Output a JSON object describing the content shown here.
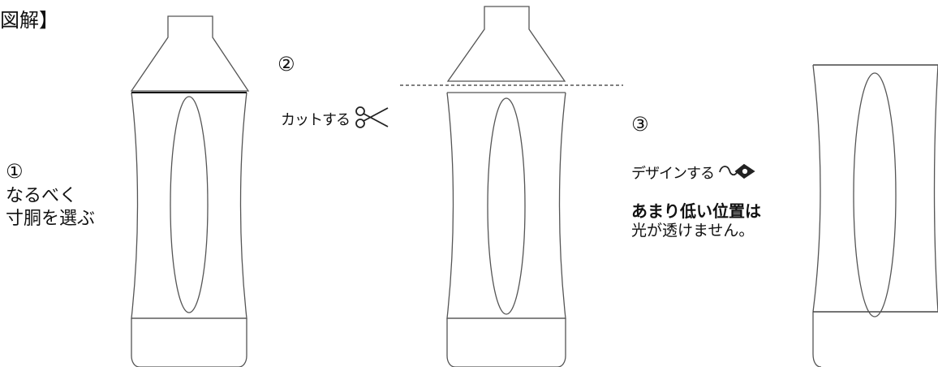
{
  "heading": "図解】",
  "step1": {
    "number": "①",
    "line1": "なるべく",
    "line2": "寸胴を選ぶ"
  },
  "step2": {
    "number": "②",
    "label": "カットする",
    "icon": "scissors-icon"
  },
  "step3": {
    "number": "③",
    "label": "デザインする",
    "icon": "pen-nib-icon"
  },
  "note": {
    "bold": "あまり低い位置は",
    "rest": "光が透けません。"
  }
}
